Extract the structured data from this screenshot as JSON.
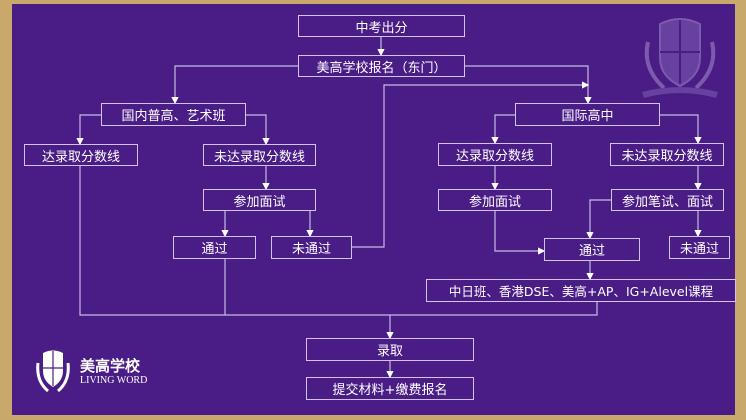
{
  "nodes": {
    "score_release": "中考出分",
    "register": "美高学校报名（东门）",
    "domestic": "国内普高、艺术班",
    "dom_reach": "达录取分数线",
    "dom_not_reach": "未达录取分数线",
    "dom_interview": "参加面试",
    "dom_pass": "通过",
    "dom_fail": "未通过",
    "intl": "国际高中",
    "intl_reach": "达录取分数线",
    "intl_not_reach": "未达录取分数线",
    "intl_interview": "参加面试",
    "intl_exam": "参加笔试、面试",
    "intl_pass": "通过",
    "intl_fail": "未通过",
    "programs": "中日班、香港DSE、美高+AP、IG+Alevel课程",
    "admitted": "录取",
    "submit": "提交材料+缴费报名"
  },
  "logo": {
    "cn": "美高学校",
    "en": "LIVING WORD"
  },
  "colors": {
    "background": "#4a1c86",
    "border": "#c9a96b",
    "line": "#d2c2ee"
  }
}
